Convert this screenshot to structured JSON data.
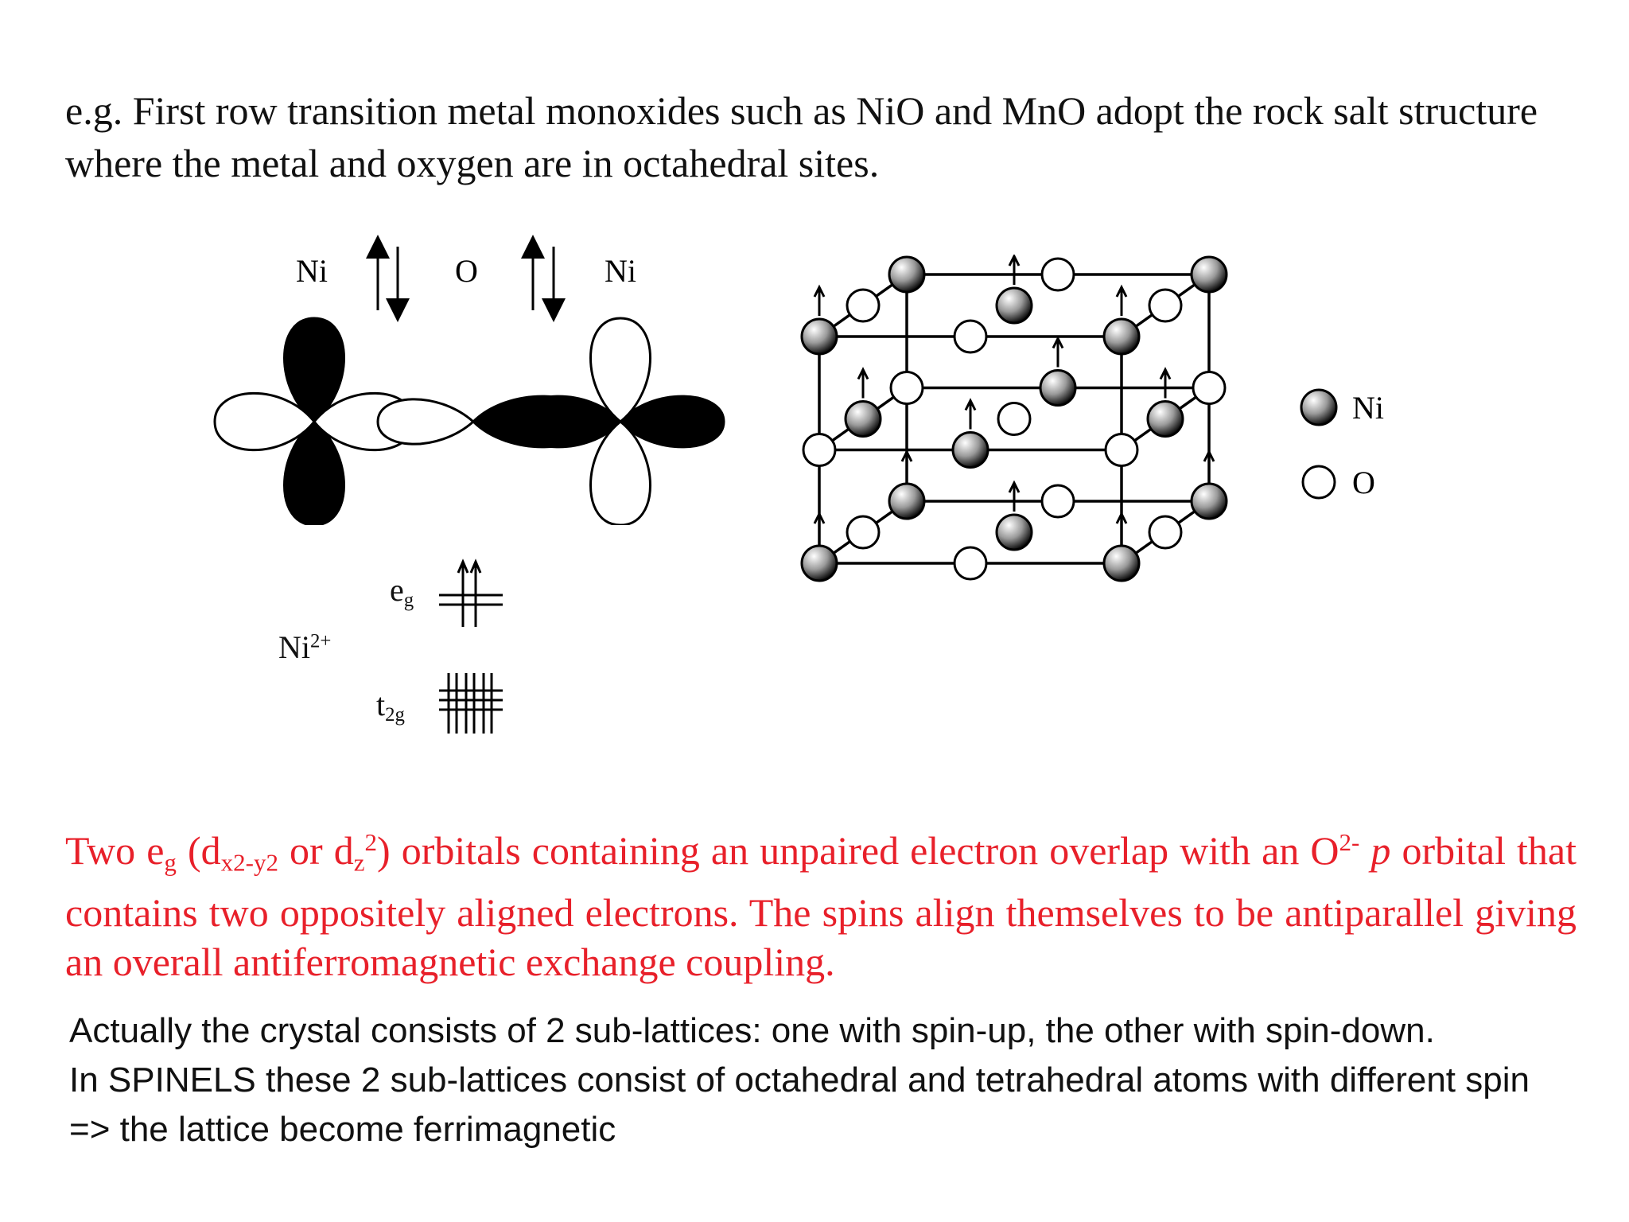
{
  "intro_text": "e.g. First row transition metal monoxides such as NiO and MnO adopt the rock salt structure where the metal and oxygen are in octahedral sites.",
  "overlap_diagram": {
    "left_atom": "Ni",
    "middle_atom": "O",
    "right_atom": "Ni"
  },
  "energy_levels": {
    "ion_base": "Ni",
    "ion_charge": "2+",
    "eg_base": "e",
    "eg_sub": "g",
    "t2g_base": "t",
    "t2g_sub": "2g"
  },
  "legend": {
    "ni_label": "Ni",
    "o_label": "O"
  },
  "red_text": {
    "part1": "Two e",
    "eg_sub": "g",
    "part2": " (d",
    "dx_sub": "x2-y2",
    "part3": " or d",
    "dz_sub": "z",
    "dz_sup": "2",
    "part4": ") orbitals containing an unpaired electron overlap with an O",
    "o_sup": "2-",
    "part5": " ",
    "p_italic": "p",
    "part6": " orbital that contains two oppositely aligned electrons. The spins align themselves to be antiparallel giving an overall antiferromagnetic exchange coupling."
  },
  "note_lines": [
    "Actually the crystal consists of 2 sub-lattices: one with spin-up, the other with spin-down.",
    "In SPINELS these 2 sub-lattices consist of octahedral and tetrahedral atoms with different spin => the lattice become ferrimagnetic"
  ]
}
